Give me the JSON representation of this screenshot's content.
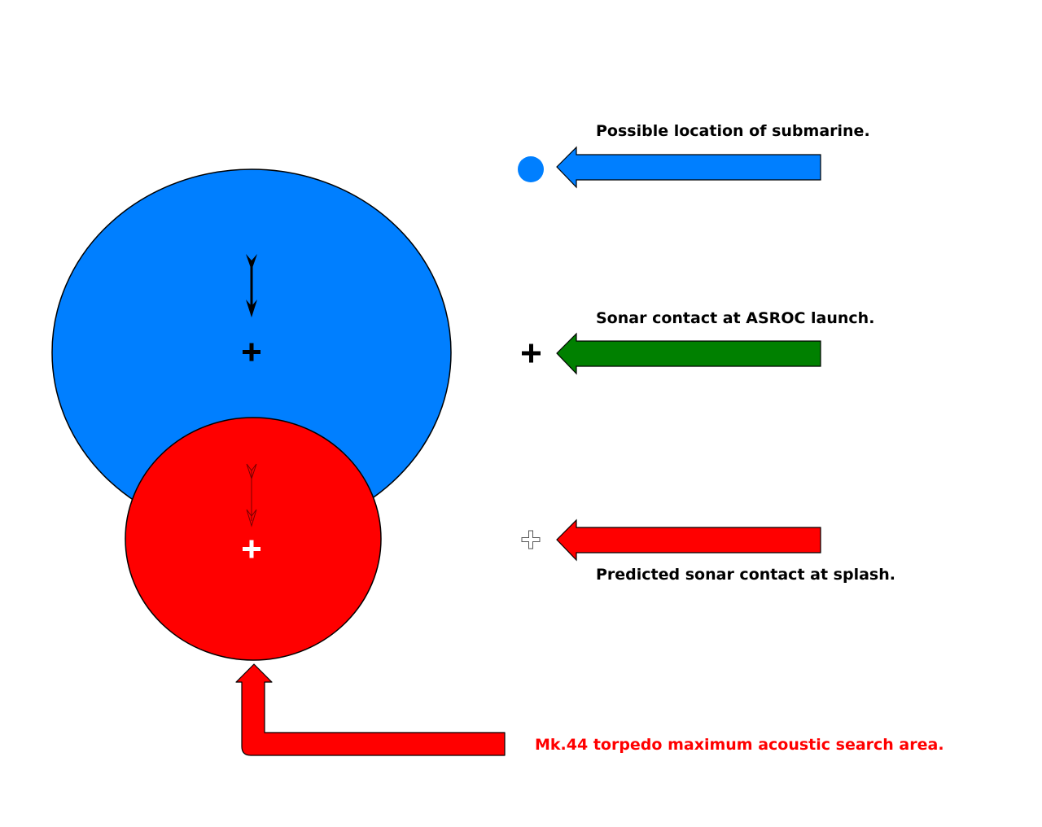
{
  "labels": {
    "submarine_location": "Possible location of submarine.",
    "sonar_contact_launch": "Sonar contact at ASROC launch.",
    "predicted_contact_splash": "Predicted sonar contact at splash.",
    "torpedo_search_area": "Mk.44 torpedo maximum acoustic search area."
  },
  "colors": {
    "submarine_area": "#007fff",
    "launch_arrow": "#008000",
    "torpedo_area": "#ff0000",
    "outline": "#000000",
    "torpedo_label": "#ff0000",
    "text": "#000000"
  }
}
